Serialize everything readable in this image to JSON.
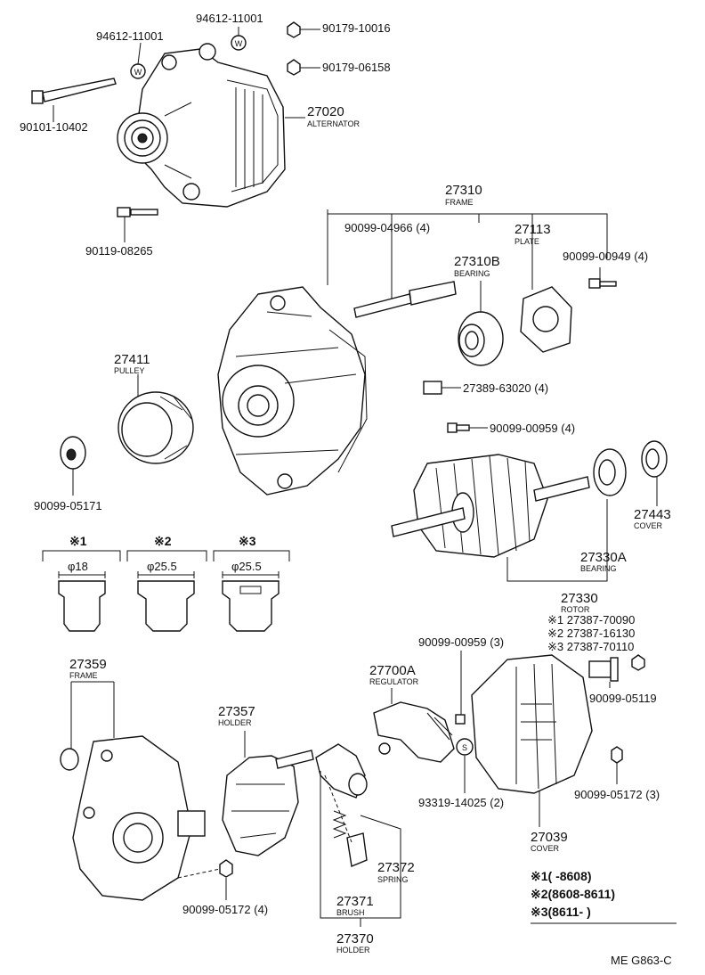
{
  "parts": {
    "p94612_a": "94612-11001",
    "p94612_b": "94612-11001",
    "w_mark": "W",
    "p90179_10016": "90179-10016",
    "p90179_06158": "90179-06158",
    "p90101_10402": "90101-10402",
    "p27020": "27020",
    "p27020_name": "ALTERNATOR",
    "p90119_08265": "90119-08265",
    "p27310": "27310",
    "p27310_name": "FRAME",
    "p90099_04966": "90099-04966 (4)",
    "p27113": "27113",
    "p27113_name": "PLATE",
    "p27310B": "27310B",
    "p27310B_name": "BEARING",
    "p90099_00949": "90099-00949 (4)",
    "p27411": "27411",
    "p27411_name": "PULLEY",
    "p27389_63020": "27389-63020 (4)",
    "p90099_00959_4": "90099-00959 (4)",
    "p90099_05171": "90099-05171",
    "p27443": "27443",
    "p27443_name": "COVER",
    "p27330A": "27330A",
    "p27330A_name": "BEARING",
    "p27330": "27330",
    "p27330_name": "ROTOR",
    "rotor_v1": "※1 27387-70090",
    "rotor_v2": "※2 27387-16130",
    "rotor_v3": "※3 27387-70110",
    "p90099_00959_3": "90099-00959 (3)",
    "p27700A": "27700A",
    "p27700A_name": "REGULATOR",
    "p90099_05119": "90099-05119",
    "p27359": "27359",
    "p27359_name": "FRAME",
    "p27357": "27357",
    "p27357_name": "HOLDER",
    "s_mark": "S",
    "p93319_14025": "93319-14025 (2)",
    "p90099_05172_3": "90099-05172 (3)",
    "p27039": "27039",
    "p27039_name": "COVER",
    "p27372": "27372",
    "p27372_name": "SPRING",
    "p27371": "27371",
    "p27371_name": "BRUSH",
    "p90099_05172_4": "90099-05172 (4)",
    "p27370": "27370",
    "p27370_name": "HOLDER"
  },
  "variants": [
    {
      "mark": "※1",
      "dim": "φ18"
    },
    {
      "mark": "※2",
      "dim": "φ25.5"
    },
    {
      "mark": "※3",
      "dim": "φ25.5"
    }
  ],
  "legend": [
    "※1(     -8608)",
    "※2(8608-8611)",
    "※3(8611-     )"
  ],
  "footer": {
    "code": "ME  G863-C"
  }
}
